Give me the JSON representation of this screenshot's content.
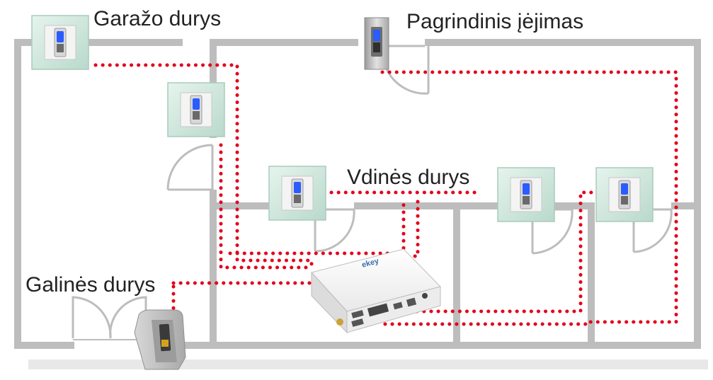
{
  "labels": {
    "garage_door": "Garažo durys",
    "main_entrance": "Pagrindinis įėjimas",
    "interior_doors": "Vdinės durys",
    "back_door": "Galinės durys"
  },
  "controller": {
    "brand_text": "ekey"
  },
  "colors": {
    "wall": "#bdbdbd",
    "wire": "#e3001b",
    "reader_frame": "#cfe7dc",
    "reader_led": "#2a5cff",
    "controller_body": "#f2f2f2"
  },
  "icons": {
    "fingerprint_reader": "fingerprint-reader-icon",
    "controller": "control-unit-icon"
  }
}
